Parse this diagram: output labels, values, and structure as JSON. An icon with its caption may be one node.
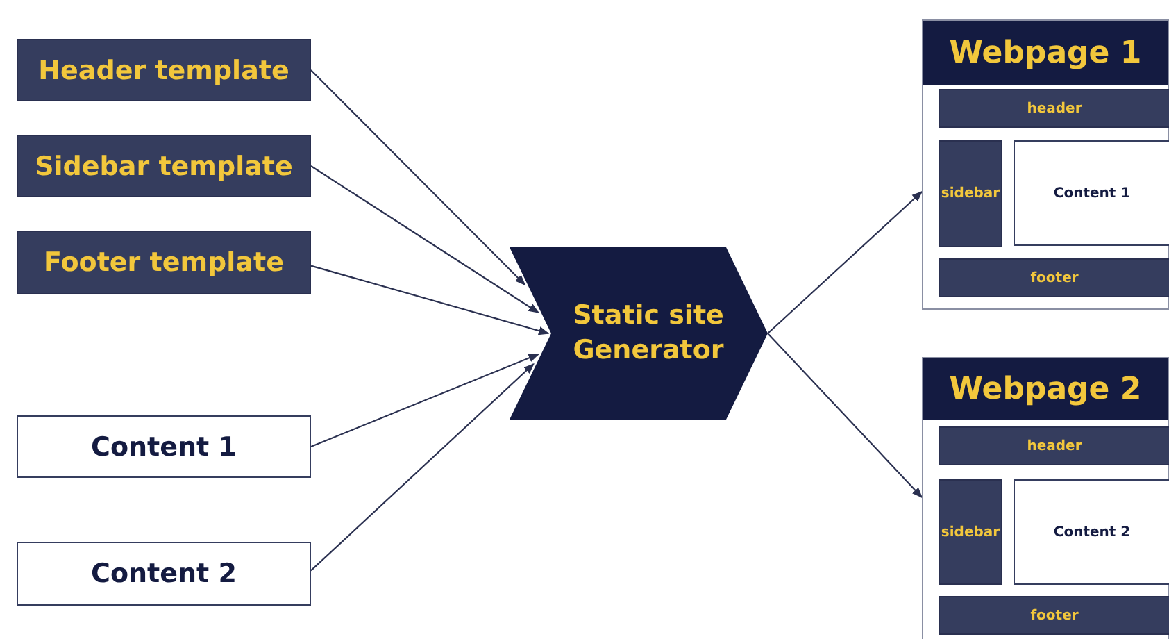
{
  "diagram": {
    "nodes": [
      {
        "text": [
          "Header template"
        ]
      },
      {
        "text": [
          "Sidebar template"
        ]
      },
      {
        "text": [
          "Footer template"
        ]
      },
      {
        "text": [
          "Content 1"
        ]
      },
      {
        "text": [
          "Content 2"
        ]
      },
      {
        "text": [
          "Static site Generator"
        ]
      },
      {
        "text": [
          "Webpage 1"
        ]
      },
      {
        "text": [
          "header"
        ],
        "in": 6
      },
      {
        "text": [
          "sidebar"
        ],
        "in": 6
      },
      {
        "text": [
          "Content 1"
        ],
        "in": 6
      },
      {
        "text": [
          "footer"
        ],
        "in": 6
      },
      {
        "text": [
          "Webpage 2"
        ]
      },
      {
        "text": [
          "header"
        ],
        "in": 11
      },
      {
        "text": [
          "sidebar"
        ],
        "in": 11
      },
      {
        "text": [
          "Content 2"
        ],
        "in": 11
      },
      {
        "text": [
          "footer"
        ],
        "in": 11
      }
    ],
    "edges": [
      {
        "from": 0,
        "to": 5,
        "arrow": "to"
      },
      {
        "from": 1,
        "to": 5,
        "arrow": "to"
      },
      {
        "from": 2,
        "to": 5,
        "arrow": "to"
      },
      {
        "from": 3,
        "to": 5,
        "arrow": "to"
      },
      {
        "from": 4,
        "to": 5,
        "arrow": "to"
      },
      {
        "from": 5,
        "to": 6,
        "arrow": "to"
      },
      {
        "from": 5,
        "to": 11,
        "arrow": "to"
      }
    ]
  }
}
